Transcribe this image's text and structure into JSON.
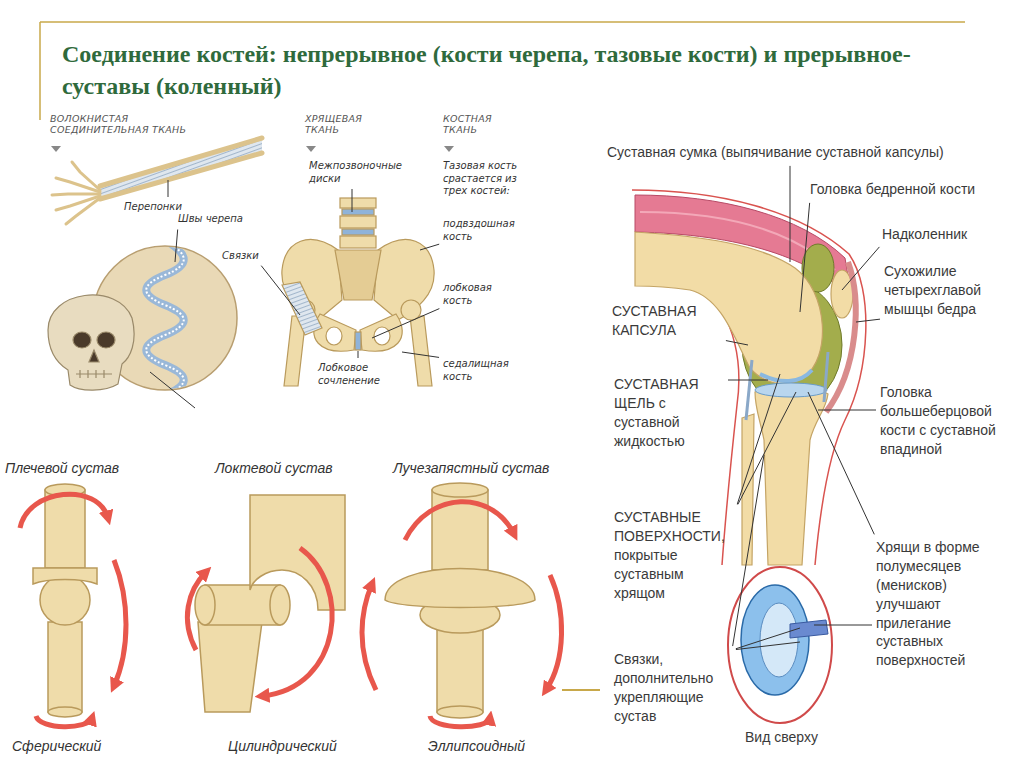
{
  "diagram": {
    "title": "Соединение костей: непрерывное (кости черепа, тазовые кости) и прерывное- суставы (коленный)",
    "labels": [
      "ВОЛОКНИСТАЯ СОЕДИНИТЕЛЬНАЯ ТКАНЬ",
      "ХРЯЩЕВАЯ ТКАНЬ",
      "КОСТНАЯ ТКАНЬ",
      "Межпозвоночные диски",
      "Тазовая кость срастается из трех костей:",
      "Перепонки",
      "Швы черепа",
      "Связки",
      "подвздошная кость",
      "лобковая кость",
      "Лобковое сочленение",
      "седалищная кость",
      "Суставная сумка (выпячивание суставной капсулы)",
      "Головка бедренной кости",
      "Надколенник",
      "Сухожилие четырехглавой мышцы бедра",
      "СУСТАВНАЯ КАПСУЛА",
      "СУСТАВНАЯ ЩЕЛЬ с суставной жидкостью",
      "Головка большеберцовой кости с суставной впадиной",
      "СУСТАВНЫЕ ПОВЕРХНОСТИ, покрытые суставным хрящом",
      "Хрящи в форме полумесяцев (менисков) улучшают прилегание суставных поверхностей",
      "Плечевой сустав",
      "Локтевой сустав",
      "Лучезапястный сустав",
      "Связки, дополнительно укрепляющие сустав",
      "Вид сверху",
      "Сферический",
      "Цилиндрический",
      "Эллипсоидный"
    ]
  }
}
